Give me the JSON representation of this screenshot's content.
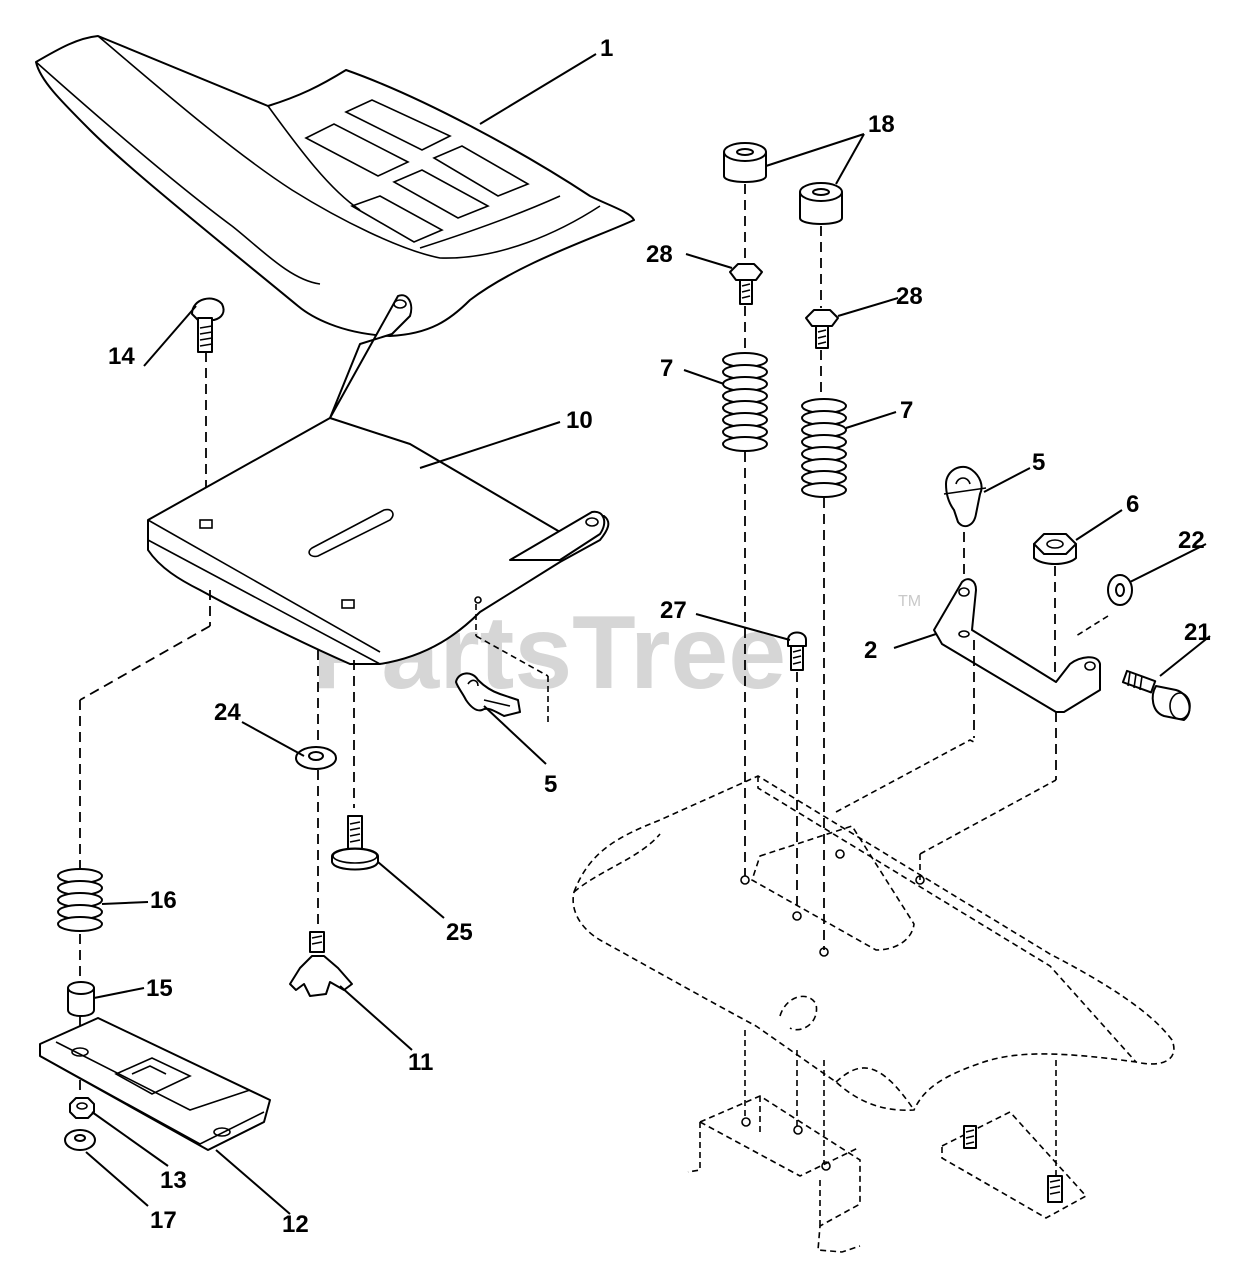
{
  "watermark": {
    "text": "PartsTree",
    "trademark": "TM"
  },
  "callouts": [
    {
      "id": "c1",
      "label": "1"
    },
    {
      "id": "c18",
      "label": "18"
    },
    {
      "id": "c28a",
      "label": "28"
    },
    {
      "id": "c28b",
      "label": "28"
    },
    {
      "id": "c7a",
      "label": "7"
    },
    {
      "id": "c7b",
      "label": "7"
    },
    {
      "id": "c14",
      "label": "14"
    },
    {
      "id": "c10",
      "label": "10"
    },
    {
      "id": "c5a",
      "label": "5"
    },
    {
      "id": "c6",
      "label": "6"
    },
    {
      "id": "c22",
      "label": "22"
    },
    {
      "id": "c27",
      "label": "27"
    },
    {
      "id": "c2",
      "label": "2"
    },
    {
      "id": "c21",
      "label": "21"
    },
    {
      "id": "c24",
      "label": "24"
    },
    {
      "id": "c5b",
      "label": "5"
    },
    {
      "id": "c16",
      "label": "16"
    },
    {
      "id": "c25",
      "label": "25"
    },
    {
      "id": "c15",
      "label": "15"
    },
    {
      "id": "c11",
      "label": "11"
    },
    {
      "id": "c13",
      "label": "13"
    },
    {
      "id": "c12",
      "label": "12"
    },
    {
      "id": "c17",
      "label": "17"
    }
  ]
}
